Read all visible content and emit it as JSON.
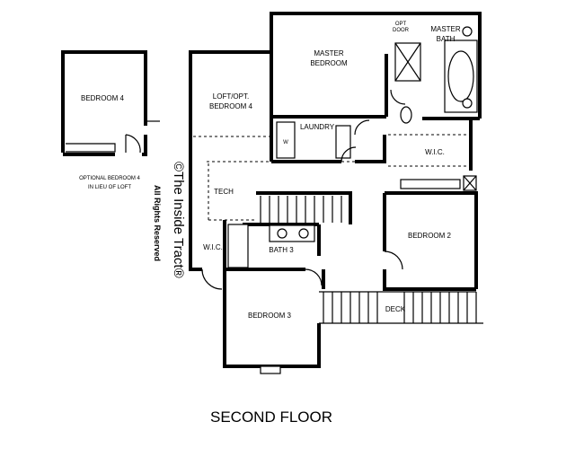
{
  "title": "SECOND FLOOR",
  "copyright": "©The Inside Tract®",
  "rights": "All Rights Reserved",
  "optional_note": [
    "OPTIONAL BEDROOM 4",
    "IN LIEU OF LOFT"
  ],
  "rooms": {
    "bedroom4": "BEDROOM 4",
    "loft": [
      "LOFT/OPT.",
      "BEDROOM 4"
    ],
    "master_bedroom": [
      "MASTER",
      "BEDROOM"
    ],
    "master_bath": [
      "MASTER",
      "BATH"
    ],
    "opt_door": [
      "OPT",
      "DOOR"
    ],
    "laundry": "LAUNDRY",
    "wic_master": "W.I.C.",
    "tech": "TECH",
    "bath3": "BATH 3",
    "wic_small": "W.I.C.",
    "bedroom2": "BEDROOM 2",
    "bedroom3": "BEDROOM 3",
    "deck": "DECK"
  }
}
